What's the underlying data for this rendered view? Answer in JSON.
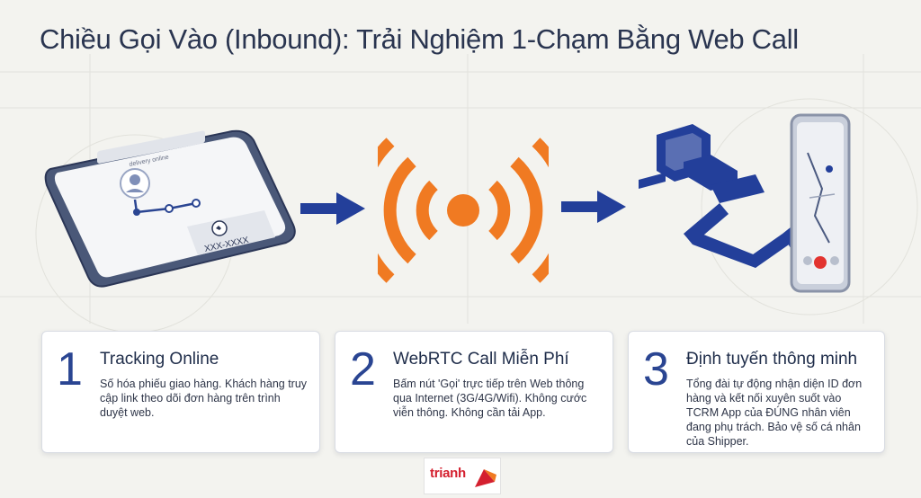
{
  "title": "Chiều Gọi Vào (Inbound): Trải Nghiệm 1-Chạm Bằng Web Call",
  "colors": {
    "accent_blue": "#2a4592",
    "arrow_blue": "#233f9a",
    "signal_orange": "#f07a22",
    "logo_red": "#d4202f",
    "background": "#f3f3ef"
  },
  "illustrations": {
    "phone_tracking": {
      "header_text": "delivery online",
      "phone_number": "XXX-XXXX"
    }
  },
  "steps": [
    {
      "number": "1",
      "title": "Tracking Online",
      "description": "Số hóa phiếu giao hàng. Khách hàng truy cập link theo dõi đơn hàng trên trình duyệt web."
    },
    {
      "number": "2",
      "title": "WebRTC Call Miễn Phí",
      "description": "Bấm nút 'Gọi' trực tiếp trên Web thông qua Internet (3G/4G/Wifi). Không cước viễn thông. Không cần tải App."
    },
    {
      "number": "3",
      "title": "Định tuyến thông minh",
      "description": "Tổng đài tự động nhận diện ID đơn hàng và kết nối xuyên suốt vào TCRM App của ĐÚNG nhân viên đang phụ trách. Bảo vệ số cá nhân của Shipper."
    }
  ],
  "logo": {
    "text": "trianh"
  }
}
